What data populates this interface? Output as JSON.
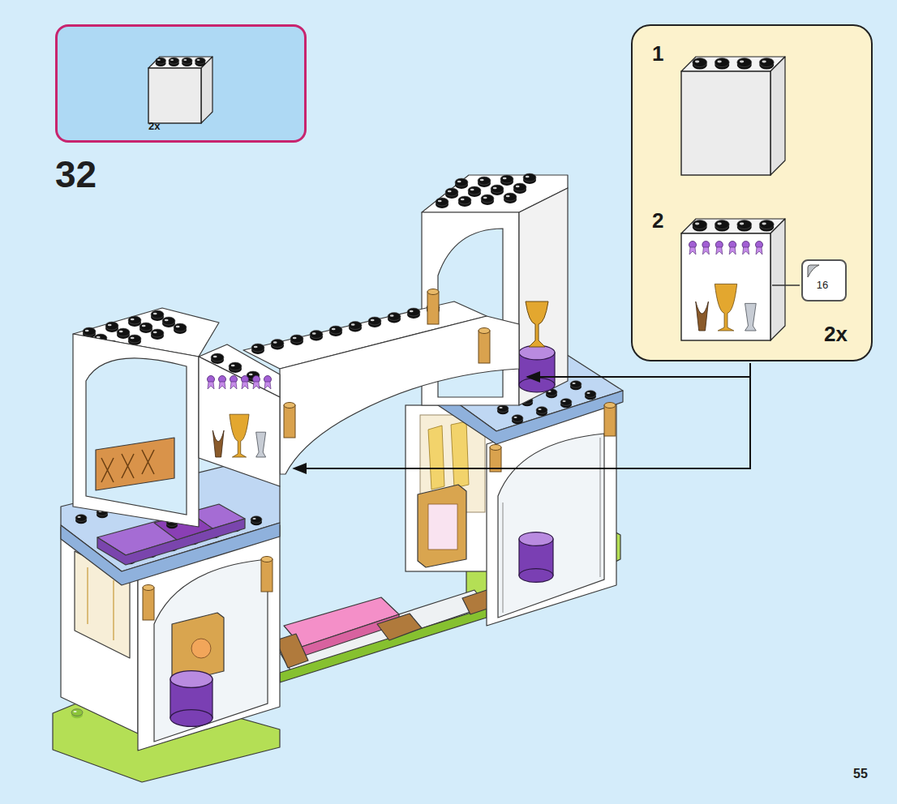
{
  "diagram": {
    "nodes": [
      {
        "text": [
          "2x"
        ]
      },
      {
        "text": [
          "1",
          "2",
          "2x"
        ]
      },
      {
        "text": [
          "16"
        ],
        "in": 1
      }
    ],
    "labels": [
      "32",
      "55"
    ]
  }
}
